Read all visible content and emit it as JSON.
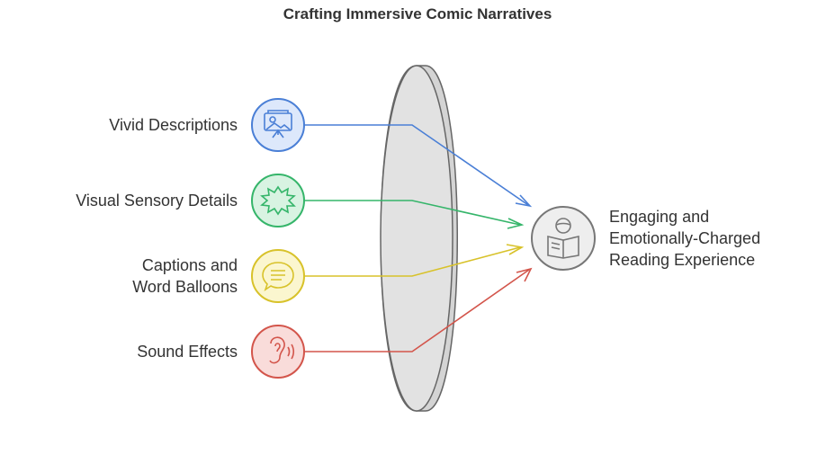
{
  "title": "Crafting Immersive Comic Narratives",
  "inputs": [
    {
      "label_lines": [
        "Vivid Descriptions"
      ],
      "icon": "presentation-easel-icon",
      "color": "#4a7fd6",
      "fill": "#dde8fb"
    },
    {
      "label_lines": [
        "Visual Sensory Details"
      ],
      "icon": "burst-icon",
      "color": "#35b56a",
      "fill": "#d8f3e2"
    },
    {
      "label_lines": [
        "Captions and",
        "Word Balloons"
      ],
      "icon": "speech-bubble-icon",
      "color": "#d8c22a",
      "fill": "#fbf6cf"
    },
    {
      "label_lines": [
        "Sound Effects"
      ],
      "icon": "ear-sound-icon",
      "color": "#d3554b",
      "fill": "#f9dcda"
    }
  ],
  "output": {
    "label_lines": [
      "Engaging and",
      "Emotionally-Charged",
      "Reading Experience"
    ],
    "icon": "person-reading-icon",
    "color": "#777777",
    "fill": "#eeeeee"
  },
  "lens_color": "#dddddd"
}
